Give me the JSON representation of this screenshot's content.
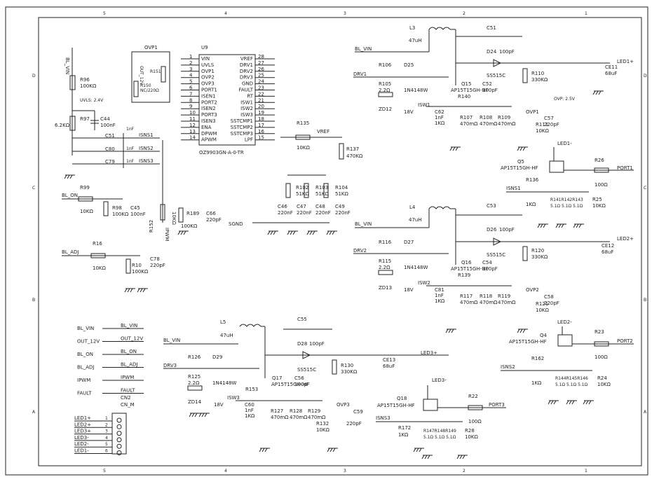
{
  "border": {
    "top": [
      "5",
      "4",
      "3",
      "2",
      "1"
    ],
    "bottom": [
      "5",
      "4",
      "3",
      "2",
      "1"
    ],
    "left": [
      "D",
      "C",
      "B",
      "A"
    ],
    "right": [
      "D",
      "C",
      "B",
      "A"
    ]
  },
  "ic": {
    "ref": "U9",
    "part": "OZ9903GN-A-0-TR",
    "left_pins": [
      {
        "n": "1",
        "name": "VIN"
      },
      {
        "n": "2",
        "name": "UVLS"
      },
      {
        "n": "3",
        "name": "OVP1"
      },
      {
        "n": "4",
        "name": "OVP2"
      },
      {
        "n": "5",
        "name": "OVP3"
      },
      {
        "n": "6",
        "name": "PORT1"
      },
      {
        "n": "7",
        "name": "ISEN1"
      },
      {
        "n": "8",
        "name": "PORT2"
      },
      {
        "n": "9",
        "name": "ISEN2"
      },
      {
        "n": "10",
        "name": "PORT3"
      },
      {
        "n": "11",
        "name": "ISEN3"
      },
      {
        "n": "12",
        "name": "ENA"
      },
      {
        "n": "13",
        "name": "DPWM"
      },
      {
        "n": "14",
        "name": "APWM"
      }
    ],
    "right_pins": [
      {
        "n": "28",
        "name": "VREF"
      },
      {
        "n": "27",
        "name": "DRV1"
      },
      {
        "n": "26",
        "name": "DRV2"
      },
      {
        "n": "25",
        "name": "DRV3"
      },
      {
        "n": "24",
        "name": "GND"
      },
      {
        "n": "23",
        "name": "FAULT"
      },
      {
        "n": "22",
        "name": "RT"
      },
      {
        "n": "21",
        "name": "ISW1"
      },
      {
        "n": "20",
        "name": "ISW2"
      },
      {
        "n": "19",
        "name": "ISW3"
      },
      {
        "n": "18",
        "name": "SSTCMP1"
      },
      {
        "n": "17",
        "name": "SSTCMP2"
      },
      {
        "n": "16",
        "name": "SSTCMP3"
      },
      {
        "n": "15",
        "name": "LPF"
      }
    ]
  },
  "left_block": {
    "ovp1": "OVP1",
    "out12": "OUT_12V",
    "r151": "R151",
    "r150": "R150",
    "r150v": "NC/220Ω",
    "bl_vin": "BL_VIN",
    "r96": "R96",
    "r96v": "100KΩ",
    "uvls": "UVLS: 2.4V",
    "r97": "R97",
    "r97v": "6.2KΩ",
    "c44": "C44",
    "c44v": "100nF",
    "c51": "C51",
    "c51v": "1nF",
    "isns1": "ISNS1",
    "c80": "C80",
    "c80v": "1nF",
    "isns2": "ISNS2",
    "c79": "C79",
    "c79v": "1nF",
    "isns3": "ISNS3",
    "bl_on": "BL_ON",
    "r99": "R99",
    "r99v": "10KΩ",
    "r98": "R98",
    "r98v": "100KΩ",
    "c45": "C45",
    "c45v": "100nF",
    "r152": "R152",
    "r152v": "10KΩ",
    "ipwm": "IPWM",
    "r189": "R189",
    "r189v": "100KΩ",
    "c66": "C66",
    "c66v": "220pF",
    "bl_adj": "BL_ADJ",
    "r16": "R16",
    "r16v": "10KΩ",
    "r10": "R10",
    "r10v": "100KΩ",
    "c78": "C78",
    "c78v": "220pF"
  },
  "mid_block": {
    "r135": "R135",
    "r135v": "10KΩ",
    "vref": "VREF",
    "r137": "R137",
    "r137v": "470KΩ",
    "r102": "R102",
    "r102v": "51KΩ",
    "r103": "R103",
    "r103v": "51KΩ",
    "r104": "R104",
    "r104v": "51KΩ",
    "c46": "C46",
    "c46v": "220nF",
    "c47": "C47",
    "c47v": "220nF",
    "c48": "C48",
    "c48v": "220nF",
    "c49": "C49",
    "c49v": "220nF",
    "sgnd": "SGND"
  },
  "ch1": {
    "l": "L3",
    "lv": "47uH",
    "vin": "BL_VIN",
    "c": "C51",
    "cv": "100pF",
    "d": "D24",
    "dv": "SS515C",
    "drv": "DRV1",
    "r106": "R106",
    "r105": "R105",
    "r105v": "2.2Ω",
    "d25": "D25",
    "d25v": "1N4148W",
    "q": "Q15",
    "qv": "AP15T15GH-HF",
    "c52": "C52",
    "c52v": "100pF",
    "r140": "R140",
    "zd": "ZD12",
    "zdv": "18V",
    "isw": "ISW1",
    "c62": "C62",
    "c62v": "1nF",
    "c62r": "1KΩ",
    "r107": "R107",
    "r107v": "470mΩ",
    "r108": "R108",
    "r108v": "470mΩ",
    "r109": "R109",
    "r109v": "470mΩ",
    "r110": "R110",
    "r110v": "330KΩ",
    "ovp": "OVP1",
    "c57": "C57",
    "c57v": "220pF",
    "r111": "R111",
    "r111v": "10KΩ",
    "ce": "CE11",
    "cev": "68uF",
    "led": "LED1+",
    "ovpnote": "OVP: 2.5V"
  },
  "ch2": {
    "l": "L4",
    "lv": "47uH",
    "vin": "BL_VIN",
    "c": "C53",
    "cv": "100pF",
    "d": "D26",
    "dv": "SS515C",
    "drv": "DRV2",
    "r116": "R116",
    "r115": "R115",
    "r115v": "2.2Ω",
    "d27": "D27",
    "d27v": "1N4148W",
    "q": "Q16",
    "qv": "AP15T15GH-HF",
    "c54": "C54",
    "c54v": "100pF",
    "r139": "R139",
    "zd": "ZD13",
    "zdv": "18V",
    "isw": "ISW2",
    "c81": "C81",
    "c81v": "1nF",
    "c81r": "1KΩ",
    "r117": "R117",
    "r117v": "470mΩ",
    "r118": "R118",
    "r118v": "470mΩ",
    "r119": "R119",
    "r119v": "470mΩ",
    "r120": "R120",
    "r120v": "330KΩ",
    "ovp": "OVP2",
    "c58": "C58",
    "c58v": "220pF",
    "r121": "R121",
    "r121v": "10KΩ",
    "ce": "CE12",
    "cev": "68uF",
    "led": "LED2+"
  },
  "ch3": {
    "l": "L5",
    "lv": "47uH",
    "vin": "BL_VIN",
    "c": "C55",
    "cv": "100pF",
    "d": "D28",
    "dv": "SS515C",
    "drv": "DRV3",
    "r126": "R126",
    "r125": "R125",
    "r125v": "2.2Ω",
    "d29": "D29",
    "d29v": "1N4148W",
    "q": "Q17",
    "qv": "AP15T15GH-HF",
    "c56": "C56",
    "c56v": "100pF",
    "r153": "R153",
    "zd": "ZD14",
    "zdv": "18V",
    "isw": "ISW3",
    "c60": "C60",
    "c60v": "1nF",
    "c60r": "1KΩ",
    "r127": "R127",
    "r127v": "470mΩ",
    "r128": "R128",
    "r128v": "470mΩ",
    "r129": "R129",
    "r129v": "470mΩ",
    "r130": "R130",
    "r130v": "330KΩ",
    "ovp": "OVP3",
    "c59": "C59",
    "c59v": "220pF",
    "r132": "R132",
    "r132v": "10KΩ",
    "ce": "CE13",
    "cev": "68uF",
    "led": "LED3+"
  },
  "ports": [
    {
      "led": "LED1-",
      "q": "Q5",
      "qv": "AP15T15GH-HF",
      "r": "R26",
      "rv": "100Ω",
      "port": "PORT1",
      "isns": "ISNS1",
      "r136": "R136",
      "r136v": "1KΩ",
      "rs": "R141R142R143",
      "rsv": "5.1Ω 5.1Ω 5.1Ω",
      "rb": "R25",
      "rbv": "10KΩ"
    },
    {
      "led": "LED2-",
      "q": "Q4",
      "qv": "AP15T15GH-HF",
      "r": "R23",
      "rv": "100Ω",
      "port": "PORT2",
      "isns": "ISNS2",
      "r136": "R162",
      "r136v": "1KΩ",
      "rs": "R144R145R146",
      "rsv": "5.1Ω 5.1Ω 5.1Ω",
      "rb": "R24",
      "rbv": "10KΩ"
    },
    {
      "led": "LED3-",
      "q": "Q18",
      "qv": "AP15T15GH-HF",
      "r": "R22",
      "rv": "100Ω",
      "port": "PORT3",
      "isns": "ISNS3",
      "r136": "R172",
      "r136v": "1KΩ",
      "rs": "R147R148R149",
      "rsv": "5.1Ω 5.1Ω 5.1Ω",
      "rb": "R28",
      "rbv": "10KΩ"
    }
  ],
  "net_labels": [
    {
      "from": "BL_VIN",
      "to": "BL_VIN"
    },
    {
      "from": "OUT_12V",
      "to": "OUT_12V"
    },
    {
      "from": "BL_ON",
      "to": "BL_ON"
    },
    {
      "from": "BL_ADJ",
      "to": "BL_ADJ"
    },
    {
      "from": "IPWM",
      "to": "IPWM"
    },
    {
      "from": "FAULT",
      "to": "FAULT"
    }
  ],
  "cn": {
    "ref": "CN2",
    "part": "CN_M"
  },
  "connector": [
    {
      "label": "LED1+",
      "pin": "1"
    },
    {
      "label": "LED2+",
      "pin": "2"
    },
    {
      "label": "LED3+",
      "pin": "3"
    },
    {
      "label": "LED3-",
      "pin": "4"
    },
    {
      "label": "LED2-",
      "pin": "5"
    },
    {
      "label": "LED1-",
      "pin": "6"
    }
  ]
}
